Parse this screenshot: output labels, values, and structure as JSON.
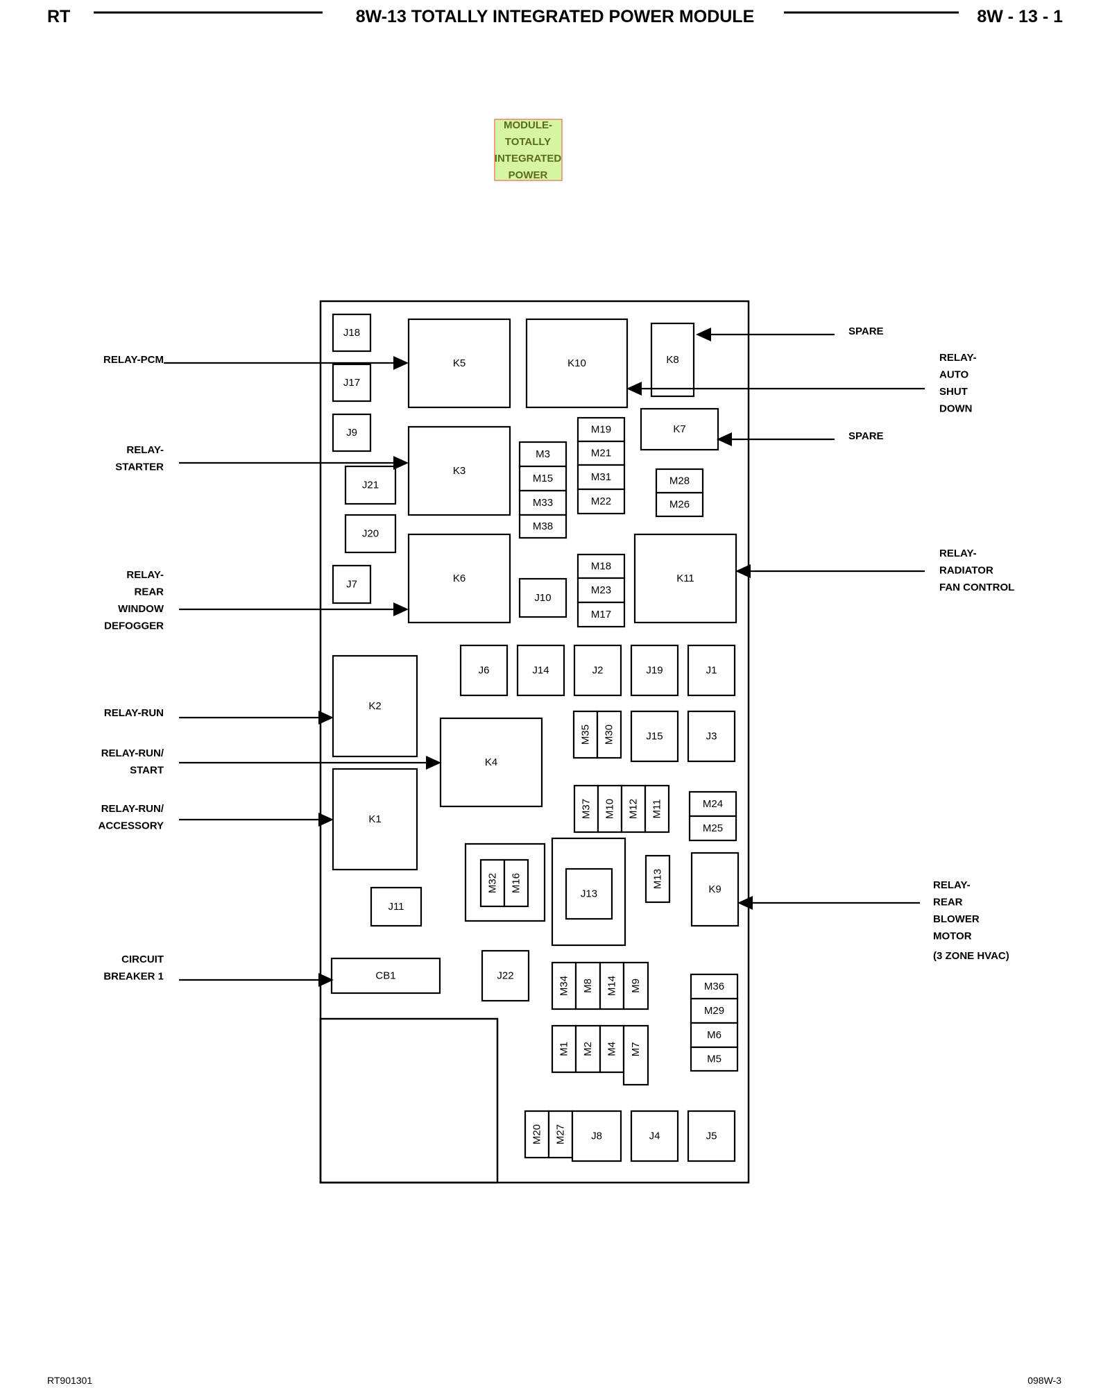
{
  "header": {
    "left": "RT",
    "title": "8W-13 TOTALLY INTEGRATED POWER MODULE",
    "right": "8W - 13 - 1"
  },
  "module_tag": {
    "lines": [
      "MODULE-",
      "TOTALLY",
      "INTEGRATED",
      "POWER"
    ],
    "fill": "#d6f5a3",
    "border": "#e8836b",
    "text_color": "#5a6b1a"
  },
  "footer": {
    "left": "RT901301",
    "right": "098W-3"
  },
  "components": [
    {
      "id": "J18",
      "label": "J18"
    },
    {
      "id": "J17",
      "label": "J17"
    },
    {
      "id": "J9",
      "label": "J9"
    },
    {
      "id": "J21",
      "label": "J21"
    },
    {
      "id": "J20",
      "label": "J20"
    },
    {
      "id": "J7",
      "label": "J7"
    },
    {
      "id": "K5",
      "label": "K5"
    },
    {
      "id": "K10",
      "label": "K10"
    },
    {
      "id": "K8",
      "label": "K8"
    },
    {
      "id": "K7",
      "label": "K7"
    },
    {
      "id": "K3",
      "label": "K3"
    },
    {
      "id": "K6",
      "label": "K6"
    },
    {
      "id": "K11",
      "label": "K11"
    },
    {
      "id": "M19",
      "label": "M19"
    },
    {
      "id": "M21",
      "label": "M21"
    },
    {
      "id": "M31",
      "label": "M31"
    },
    {
      "id": "M22",
      "label": "M22"
    },
    {
      "id": "M3",
      "label": "M3"
    },
    {
      "id": "M15",
      "label": "M15"
    },
    {
      "id": "M33",
      "label": "M33"
    },
    {
      "id": "M38",
      "label": "M38"
    },
    {
      "id": "M28",
      "label": "M28"
    },
    {
      "id": "M26",
      "label": "M26"
    },
    {
      "id": "M18",
      "label": "M18"
    },
    {
      "id": "M23",
      "label": "M23"
    },
    {
      "id": "M17",
      "label": "M17"
    },
    {
      "id": "J10",
      "label": "J10"
    },
    {
      "id": "J6",
      "label": "J6"
    },
    {
      "id": "J14",
      "label": "J14"
    },
    {
      "id": "J2",
      "label": "J2"
    },
    {
      "id": "J19",
      "label": "J19"
    },
    {
      "id": "J1",
      "label": "J1"
    },
    {
      "id": "K2",
      "label": "K2"
    },
    {
      "id": "K4",
      "label": "K4"
    },
    {
      "id": "K1",
      "label": "K1"
    },
    {
      "id": "M35",
      "label": "M35"
    },
    {
      "id": "M30",
      "label": "M30"
    },
    {
      "id": "J15",
      "label": "J15"
    },
    {
      "id": "J3",
      "label": "J3"
    },
    {
      "id": "M37",
      "label": "M37"
    },
    {
      "id": "M10",
      "label": "M10"
    },
    {
      "id": "M12",
      "label": "M12"
    },
    {
      "id": "M11",
      "label": "M11"
    },
    {
      "id": "M24",
      "label": "M24"
    },
    {
      "id": "M25",
      "label": "M25"
    },
    {
      "id": "M32",
      "label": "M32"
    },
    {
      "id": "M16",
      "label": "M16"
    },
    {
      "id": "J13",
      "label": "J13"
    },
    {
      "id": "M13",
      "label": "M13"
    },
    {
      "id": "K9",
      "label": "K9"
    },
    {
      "id": "J11",
      "label": "J11"
    },
    {
      "id": "CB1",
      "label": "CB1"
    },
    {
      "id": "J22",
      "label": "J22"
    },
    {
      "id": "M34",
      "label": "M34"
    },
    {
      "id": "M8",
      "label": "M8"
    },
    {
      "id": "M14",
      "label": "M14"
    },
    {
      "id": "M9",
      "label": "M9"
    },
    {
      "id": "M36",
      "label": "M36"
    },
    {
      "id": "M29",
      "label": "M29"
    },
    {
      "id": "M6",
      "label": "M6"
    },
    {
      "id": "M5",
      "label": "M5"
    },
    {
      "id": "M1",
      "label": "M1"
    },
    {
      "id": "M2",
      "label": "M2"
    },
    {
      "id": "M4",
      "label": "M4"
    },
    {
      "id": "M7",
      "label": "M7"
    },
    {
      "id": "M20",
      "label": "M20"
    },
    {
      "id": "M27",
      "label": "M27"
    },
    {
      "id": "J8",
      "label": "J8"
    },
    {
      "id": "J4",
      "label": "J4"
    },
    {
      "id": "J5",
      "label": "J5"
    }
  ],
  "callouts": [
    {
      "id": "relay-pcm",
      "lines": [
        "RELAY-PCM"
      ]
    },
    {
      "id": "relay-starter",
      "lines": [
        "RELAY-",
        "STARTER"
      ]
    },
    {
      "id": "relay-rear-window-defogger",
      "lines": [
        "RELAY-",
        "REAR",
        "WINDOW",
        "DEFOGGER"
      ]
    },
    {
      "id": "relay-run",
      "lines": [
        "RELAY-RUN"
      ]
    },
    {
      "id": "relay-run-start",
      "lines": [
        "RELAY-RUN/",
        "START"
      ]
    },
    {
      "id": "relay-run-accessory",
      "lines": [
        "RELAY-RUN/",
        "ACCESSORY"
      ]
    },
    {
      "id": "circuit-breaker-1",
      "lines": [
        "CIRCUIT",
        "BREAKER 1"
      ]
    },
    {
      "id": "spare-k8",
      "lines": [
        "SPARE"
      ]
    },
    {
      "id": "relay-auto-shut-down",
      "lines": [
        "RELAY-",
        "AUTO",
        "SHUT",
        "DOWN"
      ]
    },
    {
      "id": "spare-k7",
      "lines": [
        "SPARE"
      ]
    },
    {
      "id": "relay-radiator-fan-control",
      "lines": [
        "RELAY-",
        "RADIATOR",
        "FAN CONTROL"
      ]
    },
    {
      "id": "relay-rear-blower-motor",
      "lines": [
        "RELAY-",
        "REAR",
        "BLOWER",
        "MOTOR",
        "(3 ZONE HVAC)"
      ]
    }
  ]
}
